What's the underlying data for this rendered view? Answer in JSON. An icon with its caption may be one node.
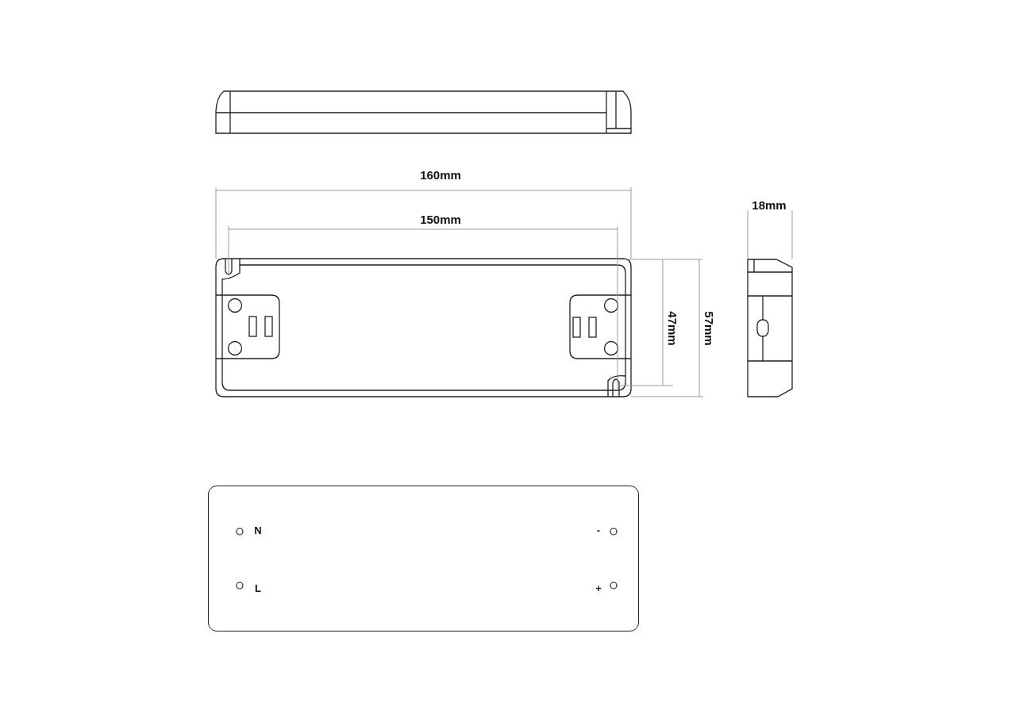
{
  "diagram": {
    "nodes": [
      {
        "text": [
          "N",
          "-",
          "L",
          "+"
        ]
      }
    ],
    "labels": [
      "160mm",
      "150mm",
      "18mm",
      "47mm",
      "57mm"
    ]
  }
}
